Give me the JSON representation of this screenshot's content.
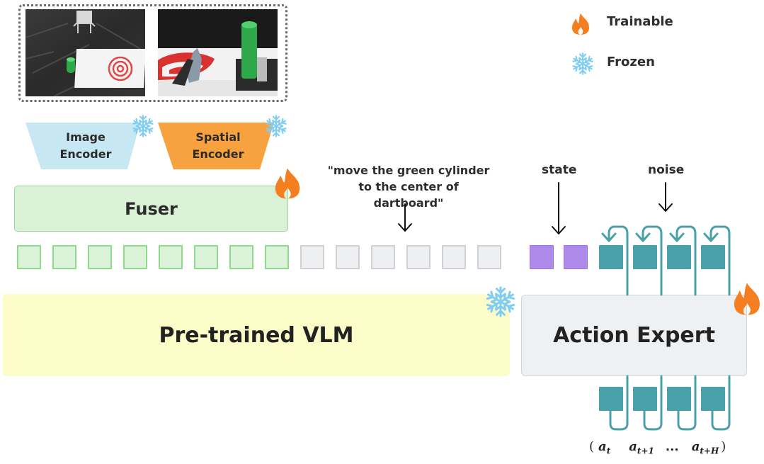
{
  "legend": {
    "trainable": {
      "icon": "flame-icon",
      "label": "Trainable",
      "color": "#f57f20"
    },
    "frozen": {
      "icon": "snowflake-icon",
      "label": "Frozen",
      "color": "#7fcdf5"
    }
  },
  "inputs": {
    "images": [
      {
        "name": "third-person-view",
        "description": "green cylinder next to dartboard target on black cloth"
      },
      {
        "name": "wrist-camera-view",
        "description": "close-up of gripper, green cylinder and dartboard"
      }
    ],
    "instruction": "\"move the green cylinder to the center of dartboard\"",
    "instruction_lines": [
      "\"move the green cylinder",
      "to the center of dartboard\""
    ],
    "state_label": "state",
    "noise_label": "noise"
  },
  "modules": {
    "image_encoder": {
      "line1": "Image",
      "line2": "Encoder",
      "status": "frozen",
      "color": "#c7e7f2"
    },
    "spatial_encoder": {
      "line1": "Spatial",
      "line2": "Encoder",
      "status": "frozen",
      "color": "#f7a23e"
    },
    "fuser": {
      "label": "Fuser",
      "status": "trainable",
      "color": "#d9f2d6"
    },
    "vlm": {
      "label": "Pre-trained VLM",
      "status": "frozen",
      "color": "#fcfcc8"
    },
    "action_expert": {
      "label": "Action Expert",
      "status": "trainable",
      "color": "#eef0f2"
    }
  },
  "tokens": {
    "fused_visual": {
      "count": 8,
      "color": "#dbf4d9"
    },
    "language": {
      "count": 6,
      "color": "#eeeff1"
    },
    "state": {
      "count": 2,
      "color": "#ae8bea"
    },
    "action_noise": {
      "count": 4,
      "color": "#49a0a8"
    },
    "action_output": {
      "count": 4,
      "color": "#49a0a8"
    }
  },
  "output": {
    "open_paren": "(",
    "a_t": "a",
    "a_t_sub": "t",
    "a_t1": "a",
    "a_t1_sub": "t+1",
    "ellipsis": "...",
    "a_tH": "a",
    "a_tH_sub": "t+H",
    "close_paren": ")"
  }
}
